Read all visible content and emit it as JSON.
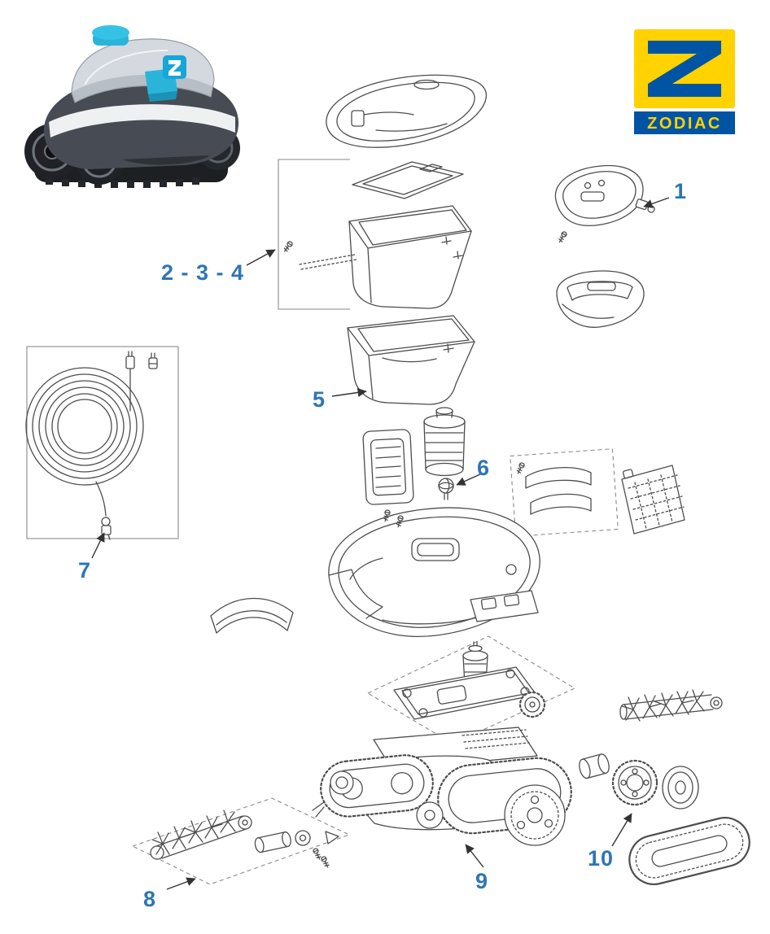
{
  "page": {
    "background": "#ffffff",
    "callout_color": "#2e75b6",
    "line_color": "#4d4d4d",
    "description": "exploded-parts-diagram-pool-cleaner"
  },
  "brand": {
    "name": "ZODIAC",
    "logo_yellow": "#ffd200",
    "logo_blue": "#0054a4"
  },
  "callouts": {
    "c1": {
      "label": "1"
    },
    "c234": {
      "label": "2 - 3 - 4"
    },
    "c5": {
      "label": "5"
    },
    "c6": {
      "label": "6"
    },
    "c7": {
      "label": "7"
    },
    "c8": {
      "label": "8"
    },
    "c9": {
      "label": "9"
    },
    "c10": {
      "label": "10"
    }
  },
  "parts": [
    "product-photo-robot",
    "top-cover",
    "filter-lid",
    "filter-canister",
    "motor-block-top",
    "float-head",
    "lower-canister",
    "filter-screen-plate",
    "impeller-tube",
    "impeller",
    "handle-pads",
    "vent-grid-plate",
    "floating-cable",
    "main-body",
    "bumper",
    "latch-plate",
    "motor-block-assembly",
    "scrubber-roller",
    "chassis-track-assembly",
    "drive-wheel-set",
    "track-belt",
    "brush-roller-kit"
  ]
}
